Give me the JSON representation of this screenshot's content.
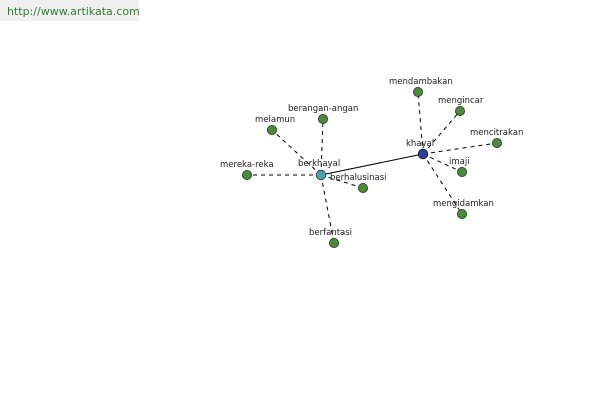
{
  "header": {
    "url": "http://www.artikata.com"
  },
  "colors": {
    "leaf": "#4b8a3c",
    "hub_berkhayal": "#4aa3b0",
    "hub_khayal": "#2f3f9a",
    "url_text": "#2e7d32"
  },
  "graph": {
    "hubs": [
      {
        "id": "berkhayal",
        "label": "berkhayal"
      },
      {
        "id": "khayal",
        "label": "khayal"
      }
    ],
    "edges": [
      {
        "from": "berkhayal",
        "to": "khayal",
        "style": "solid"
      }
    ],
    "leaves": [
      {
        "hub": "berkhayal",
        "label": "berangan-angan"
      },
      {
        "hub": "berkhayal",
        "label": "melamun"
      },
      {
        "hub": "berkhayal",
        "label": "mereka-reka"
      },
      {
        "hub": "berkhayal",
        "label": "berhalusinasi"
      },
      {
        "hub": "berkhayal",
        "label": "berfantasi"
      },
      {
        "hub": "khayal",
        "label": "mendambakan"
      },
      {
        "hub": "khayal",
        "label": "mengincar"
      },
      {
        "hub": "khayal",
        "label": "mencitrakan"
      },
      {
        "hub": "khayal",
        "label": "imaji"
      },
      {
        "hub": "khayal",
        "label": "mengidamkan"
      }
    ]
  }
}
